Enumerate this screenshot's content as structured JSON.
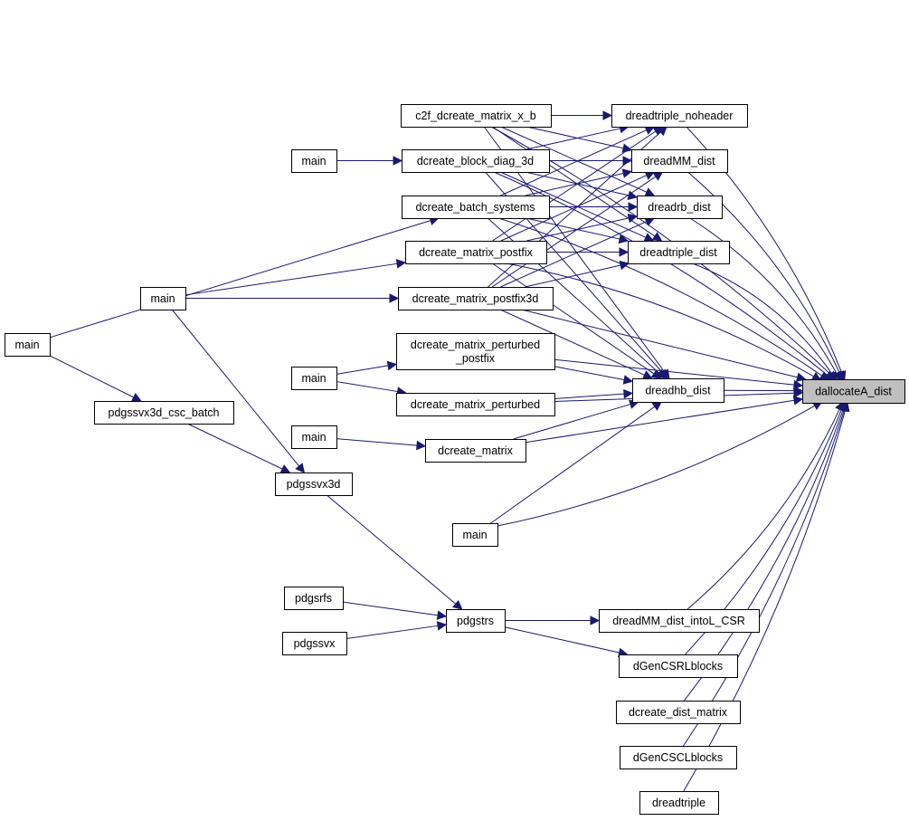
{
  "graph": {
    "nodes": [
      {
        "id": "dallocateA_dist",
        "lines": [
          "dallocateA_dist"
        ],
        "root": true
      },
      {
        "id": "dreadtriple_noheader",
        "lines": [
          "dreadtriple_noheader"
        ]
      },
      {
        "id": "dreadMM_dist",
        "lines": [
          "dreadMM_dist"
        ]
      },
      {
        "id": "dreadrb_dist",
        "lines": [
          "dreadrb_dist"
        ]
      },
      {
        "id": "dreadtriple_dist",
        "lines": [
          "dreadtriple_dist"
        ]
      },
      {
        "id": "dreadhb_dist",
        "lines": [
          "dreadhb_dist"
        ]
      },
      {
        "id": "dreadMM_dist_intoL_CSR",
        "lines": [
          "dreadMM_dist_intoL_CSR"
        ]
      },
      {
        "id": "dGenCSRLblocks",
        "lines": [
          "dGenCSRLblocks"
        ]
      },
      {
        "id": "dcreate_dist_matrix",
        "lines": [
          "dcreate_dist_matrix"
        ]
      },
      {
        "id": "dGenCSCLblocks",
        "lines": [
          "dGenCSCLblocks"
        ]
      },
      {
        "id": "dreadtriple",
        "lines": [
          "dreadtriple"
        ]
      },
      {
        "id": "c2f_dcreate_matrix_x_b",
        "lines": [
          "c2f_dcreate_matrix_x_b"
        ]
      },
      {
        "id": "dcreate_block_diag_3d",
        "lines": [
          "dcreate_block_diag_3d"
        ]
      },
      {
        "id": "dcreate_batch_systems",
        "lines": [
          "dcreate_batch_systems"
        ]
      },
      {
        "id": "dcreate_matrix_postfix",
        "lines": [
          "dcreate_matrix_postfix"
        ]
      },
      {
        "id": "dcreate_matrix_postfix3d",
        "lines": [
          "dcreate_matrix_postfix3d"
        ]
      },
      {
        "id": "dcreate_matrix_perturbed_postfix",
        "lines": [
          "dcreate_matrix_perturbed",
          "_postfix"
        ]
      },
      {
        "id": "dcreate_matrix_perturbed",
        "lines": [
          "dcreate_matrix_perturbed"
        ]
      },
      {
        "id": "dcreate_matrix",
        "lines": [
          "dcreate_matrix"
        ]
      },
      {
        "id": "main_a",
        "lines": [
          "main"
        ]
      },
      {
        "id": "main_b",
        "lines": [
          "main"
        ]
      },
      {
        "id": "main_c",
        "lines": [
          "main"
        ]
      },
      {
        "id": "main_d",
        "lines": [
          "main"
        ]
      },
      {
        "id": "main_e",
        "lines": [
          "main"
        ]
      },
      {
        "id": "main_f",
        "lines": [
          "main"
        ]
      },
      {
        "id": "pdgssvx3d_csc_batch",
        "lines": [
          "pdgssvx3d_csc_batch"
        ]
      },
      {
        "id": "pdgssvx3d",
        "lines": [
          "pdgssvx3d"
        ]
      },
      {
        "id": "pdgstrs",
        "lines": [
          "pdgstrs"
        ]
      },
      {
        "id": "pdgsrfs",
        "lines": [
          "pdgsrfs"
        ]
      },
      {
        "id": "pdgssvx",
        "lines": [
          "pdgssvx"
        ]
      }
    ],
    "edges": [
      [
        "dreadtriple_noheader",
        "dallocateA_dist"
      ],
      [
        "dreadMM_dist",
        "dallocateA_dist"
      ],
      [
        "dreadrb_dist",
        "dallocateA_dist"
      ],
      [
        "dreadtriple_dist",
        "dallocateA_dist"
      ],
      [
        "dreadhb_dist",
        "dallocateA_dist"
      ],
      [
        "dreadMM_dist_intoL_CSR",
        "dallocateA_dist"
      ],
      [
        "dGenCSRLblocks",
        "dallocateA_dist"
      ],
      [
        "dcreate_dist_matrix",
        "dallocateA_dist"
      ],
      [
        "dGenCSCLblocks",
        "dallocateA_dist"
      ],
      [
        "dreadtriple",
        "dallocateA_dist"
      ],
      [
        "c2f_dcreate_matrix_x_b",
        "dallocateA_dist"
      ],
      [
        "dcreate_block_diag_3d",
        "dallocateA_dist"
      ],
      [
        "dcreate_batch_systems",
        "dallocateA_dist"
      ],
      [
        "dcreate_matrix_postfix",
        "dallocateA_dist"
      ],
      [
        "dcreate_matrix_postfix3d",
        "dallocateA_dist"
      ],
      [
        "dcreate_matrix_perturbed_postfix",
        "dallocateA_dist"
      ],
      [
        "dcreate_matrix_perturbed",
        "dallocateA_dist"
      ],
      [
        "dcreate_matrix",
        "dallocateA_dist"
      ],
      [
        "main_f",
        "dallocateA_dist"
      ],
      [
        "c2f_dcreate_matrix_x_b",
        "dreadtriple_noheader"
      ],
      [
        "c2f_dcreate_matrix_x_b",
        "dreadMM_dist"
      ],
      [
        "c2f_dcreate_matrix_x_b",
        "dreadrb_dist"
      ],
      [
        "c2f_dcreate_matrix_x_b",
        "dreadtriple_dist"
      ],
      [
        "c2f_dcreate_matrix_x_b",
        "dreadhb_dist"
      ],
      [
        "dcreate_block_diag_3d",
        "dreadtriple_noheader"
      ],
      [
        "dcreate_block_diag_3d",
        "dreadMM_dist"
      ],
      [
        "dcreate_block_diag_3d",
        "dreadrb_dist"
      ],
      [
        "dcreate_block_diag_3d",
        "dreadtriple_dist"
      ],
      [
        "dcreate_block_diag_3d",
        "dreadhb_dist"
      ],
      [
        "dcreate_batch_systems",
        "dreadtriple_noheader"
      ],
      [
        "dcreate_batch_systems",
        "dreadMM_dist"
      ],
      [
        "dcreate_batch_systems",
        "dreadrb_dist"
      ],
      [
        "dcreate_batch_systems",
        "dreadtriple_dist"
      ],
      [
        "dcreate_batch_systems",
        "dreadhb_dist"
      ],
      [
        "dcreate_matrix_postfix",
        "dreadtriple_noheader"
      ],
      [
        "dcreate_matrix_postfix",
        "dreadMM_dist"
      ],
      [
        "dcreate_matrix_postfix",
        "dreadrb_dist"
      ],
      [
        "dcreate_matrix_postfix",
        "dreadtriple_dist"
      ],
      [
        "dcreate_matrix_postfix",
        "dreadhb_dist"
      ],
      [
        "dcreate_matrix_postfix3d",
        "dreadtriple_noheader"
      ],
      [
        "dcreate_matrix_postfix3d",
        "dreadMM_dist"
      ],
      [
        "dcreate_matrix_postfix3d",
        "dreadrb_dist"
      ],
      [
        "dcreate_matrix_postfix3d",
        "dreadtriple_dist"
      ],
      [
        "dcreate_matrix_postfix3d",
        "dreadhb_dist"
      ],
      [
        "dcreate_matrix_perturbed_postfix",
        "dreadhb_dist"
      ],
      [
        "dcreate_matrix_perturbed",
        "dreadhb_dist"
      ],
      [
        "dcreate_matrix",
        "dreadhb_dist"
      ],
      [
        "main_f",
        "dreadhb_dist"
      ],
      [
        "main_a",
        "dcreate_block_diag_3d"
      ],
      [
        "main_b",
        "dcreate_matrix_postfix"
      ],
      [
        "main_b",
        "dcreate_matrix_postfix3d"
      ],
      [
        "main_c",
        "dcreate_matrix_perturbed_postfix"
      ],
      [
        "main_c",
        "dcreate_matrix_perturbed"
      ],
      [
        "main_d",
        "dcreate_matrix"
      ],
      [
        "main_e",
        "dcreate_batch_systems"
      ],
      [
        "main_e",
        "pdgssvx3d_csc_batch"
      ],
      [
        "main_b",
        "pdgssvx3d"
      ],
      [
        "pdgssvx3d_csc_batch",
        "pdgssvx3d"
      ],
      [
        "pdgssvx3d",
        "pdgstrs"
      ],
      [
        "pdgsrfs",
        "pdgstrs"
      ],
      [
        "pdgssvx",
        "pdgstrs"
      ],
      [
        "pdgstrs",
        "dreadMM_dist_intoL_CSR"
      ],
      [
        "pdgstrs",
        "dGenCSRLblocks"
      ]
    ]
  }
}
